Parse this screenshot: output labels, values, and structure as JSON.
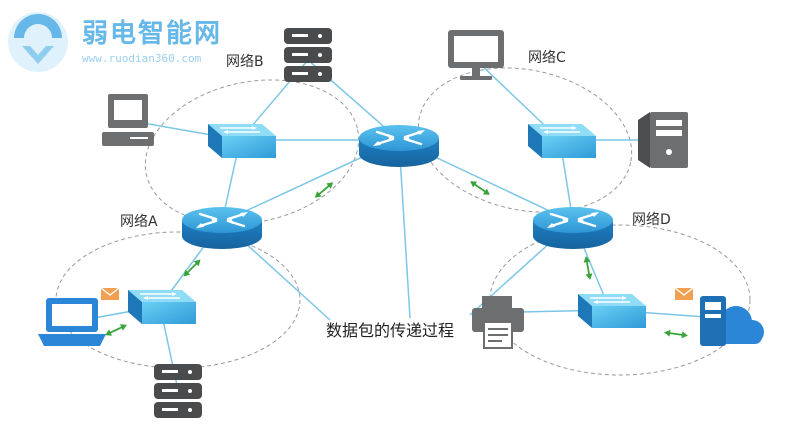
{
  "logo": {
    "title": "弱电智能网",
    "url": "www.ruodian360.com"
  },
  "networks": {
    "a": "网络A",
    "b": "网络B",
    "c": "网络C",
    "d": "网络D"
  },
  "caption": "数据包的传递过程",
  "colors": {
    "router": "#2a8fd0",
    "switch": "#3aa7dc",
    "link": "#7cc6e6",
    "arrow": "#3aa33a",
    "device": "#6d6e70",
    "laptop": "#2b86d8",
    "dashed": "#999999",
    "mail": "#f0a050"
  }
}
